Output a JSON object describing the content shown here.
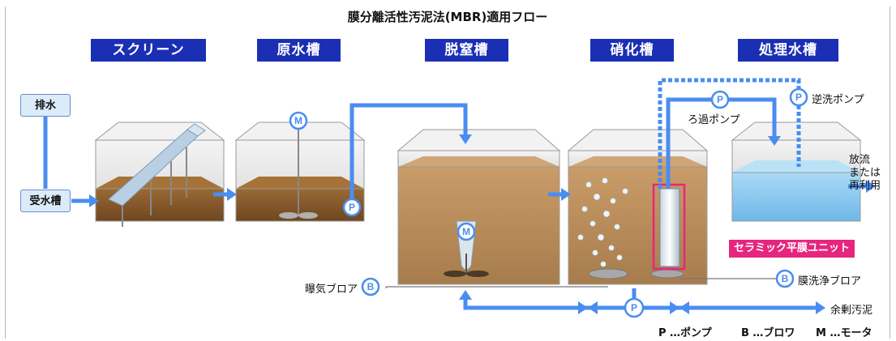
{
  "title": "膜分離活性汚泥法(MBR)適用フロー",
  "stages": {
    "screen": "スクリーン",
    "raw_tank": "原水槽",
    "denitrification": "脱窒槽",
    "nitrification": "硝化槽",
    "treated_tank": "処理水槽"
  },
  "inputs": {
    "wastewater": "排水",
    "receiving_tank": "受水槽"
  },
  "labels": {
    "backwash_pump": "逆洗ポンプ",
    "filtration_pump": "ろ過ポンプ",
    "discharge_line1": "放流",
    "discharge_line2": "または",
    "discharge_line3": "再利用",
    "ceramic_membrane": "セラミック平膜ユニット",
    "membrane_cleaning_blower": "膜洗浄ブロア",
    "aeration_blower": "曝気ブロア",
    "excess_sludge": "余剰汚泥"
  },
  "symbols": {
    "pump": "P",
    "blower": "B",
    "motor": "M"
  },
  "legend": {
    "pump": "P …ポンプ",
    "blower": "B …ブロワ",
    "motor": "M …モータ"
  },
  "colors": {
    "flow": "#4a8df0",
    "stage_label_bg": "#1b2fb4",
    "sludge": "#8a5a2a",
    "mixed_liquor": "#b88a55",
    "treated_water": "#8fcdf0",
    "membrane_highlight": "#e6267e"
  }
}
